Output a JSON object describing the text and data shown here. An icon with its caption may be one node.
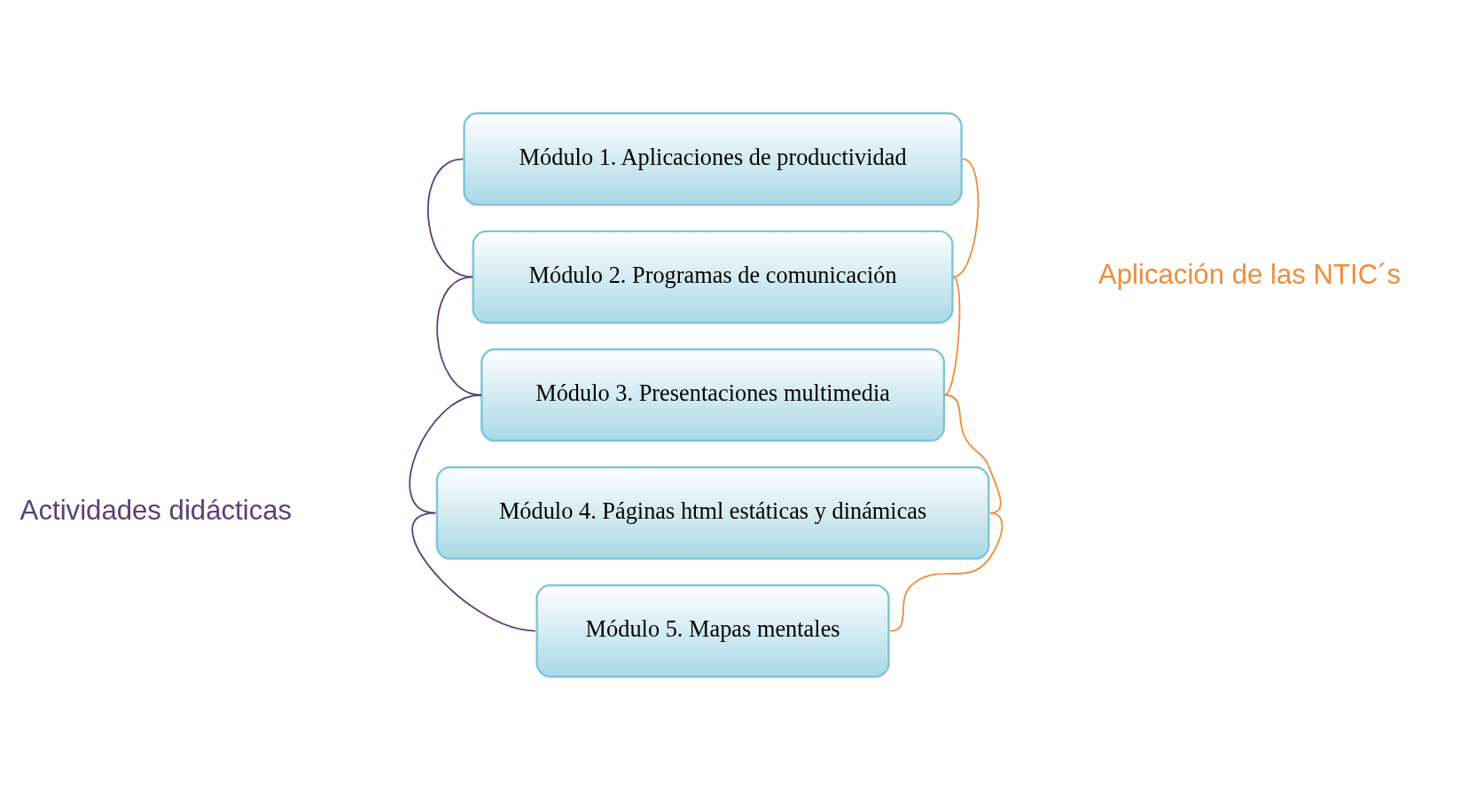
{
  "diagram": {
    "nodes": [
      {
        "text": [
          "Módulo 1. Aplicaciones de productividad"
        ]
      },
      {
        "text": [
          "Módulo 2. Programas de comunicación"
        ]
      },
      {
        "text": [
          "Módulo 3. Presentaciones multimedia"
        ]
      },
      {
        "text": [
          "Módulo 4. Páginas html estáticas y dinámicas"
        ]
      },
      {
        "text": [
          "Módulo 5. Mapas mentales"
        ]
      }
    ],
    "edges": [
      {
        "from": 0,
        "to": 1,
        "arrow": "none",
        "color": "#5b3f7a"
      },
      {
        "from": 0,
        "to": 1,
        "arrow": "none",
        "color": "#f08c3a"
      },
      {
        "from": 1,
        "to": 2,
        "arrow": "none",
        "color": "#5b3f7a"
      },
      {
        "from": 1,
        "to": 2,
        "arrow": "none",
        "color": "#f08c3a"
      },
      {
        "from": 2,
        "to": 3,
        "arrow": "none",
        "color": "#5b3f7a"
      },
      {
        "from": 2,
        "to": 3,
        "arrow": "none",
        "color": "#f08c3a"
      },
      {
        "from": 3,
        "to": 4,
        "arrow": "none",
        "color": "#5b3f7a"
      },
      {
        "from": 3,
        "to": 4,
        "arrow": "none",
        "color": "#f08c3a"
      }
    ],
    "labels": [
      "Aplicación de las NTIC´s",
      "Actividades didácticas"
    ]
  }
}
